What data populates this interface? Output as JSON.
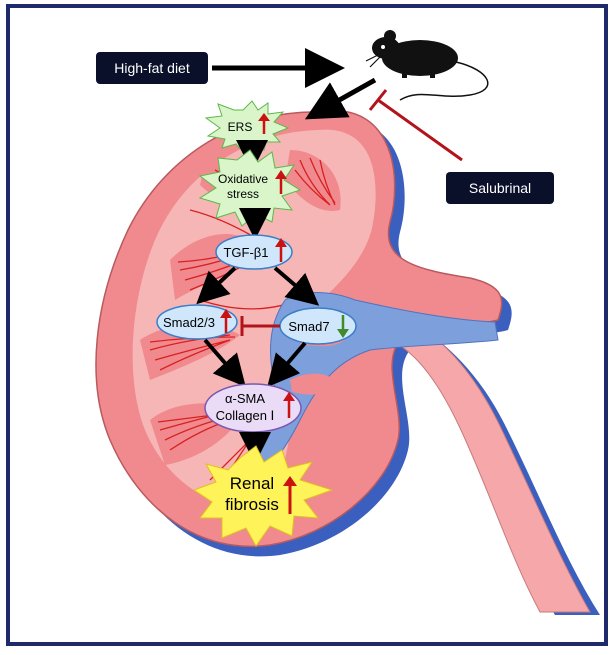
{
  "colors": {
    "border": "#1f2a6b",
    "kidney_pink": "#f08a8e",
    "kidney_light": "#f7b6b6",
    "kidney_shadow": "#3b5fbf",
    "pelvis_blue": "#7d9fdb",
    "vessel_red": "#d82020",
    "up_arrow": "#cc1111",
    "down_arrow": "#3f8a2a",
    "inhibit": "#b3141b",
    "node_blue": "#cfe6fb",
    "node_stroke": "#3a7dc9",
    "burst_green": "#d9f5c9",
    "burst_yellow": "#fff35a",
    "label_box": "#0a0f2a"
  },
  "labels": {
    "high_fat_diet": "High-fat diet",
    "salubrinal": "Salubrinal"
  },
  "nodes": {
    "ers": "ERS",
    "oxidative_1": "Oxidative",
    "oxidative_2": "stress",
    "tgfb1": "TGF-β1",
    "smad23": "Smad2/3",
    "smad7": "Smad7",
    "asma_1": "α-SMA",
    "asma_2": "Collagen Ⅰ",
    "renal_1": "Renal",
    "renal_2": "fibrosis"
  },
  "icons": {
    "mouse": "mouse-icon",
    "up": "up-arrow-icon",
    "down": "down-arrow-icon"
  }
}
